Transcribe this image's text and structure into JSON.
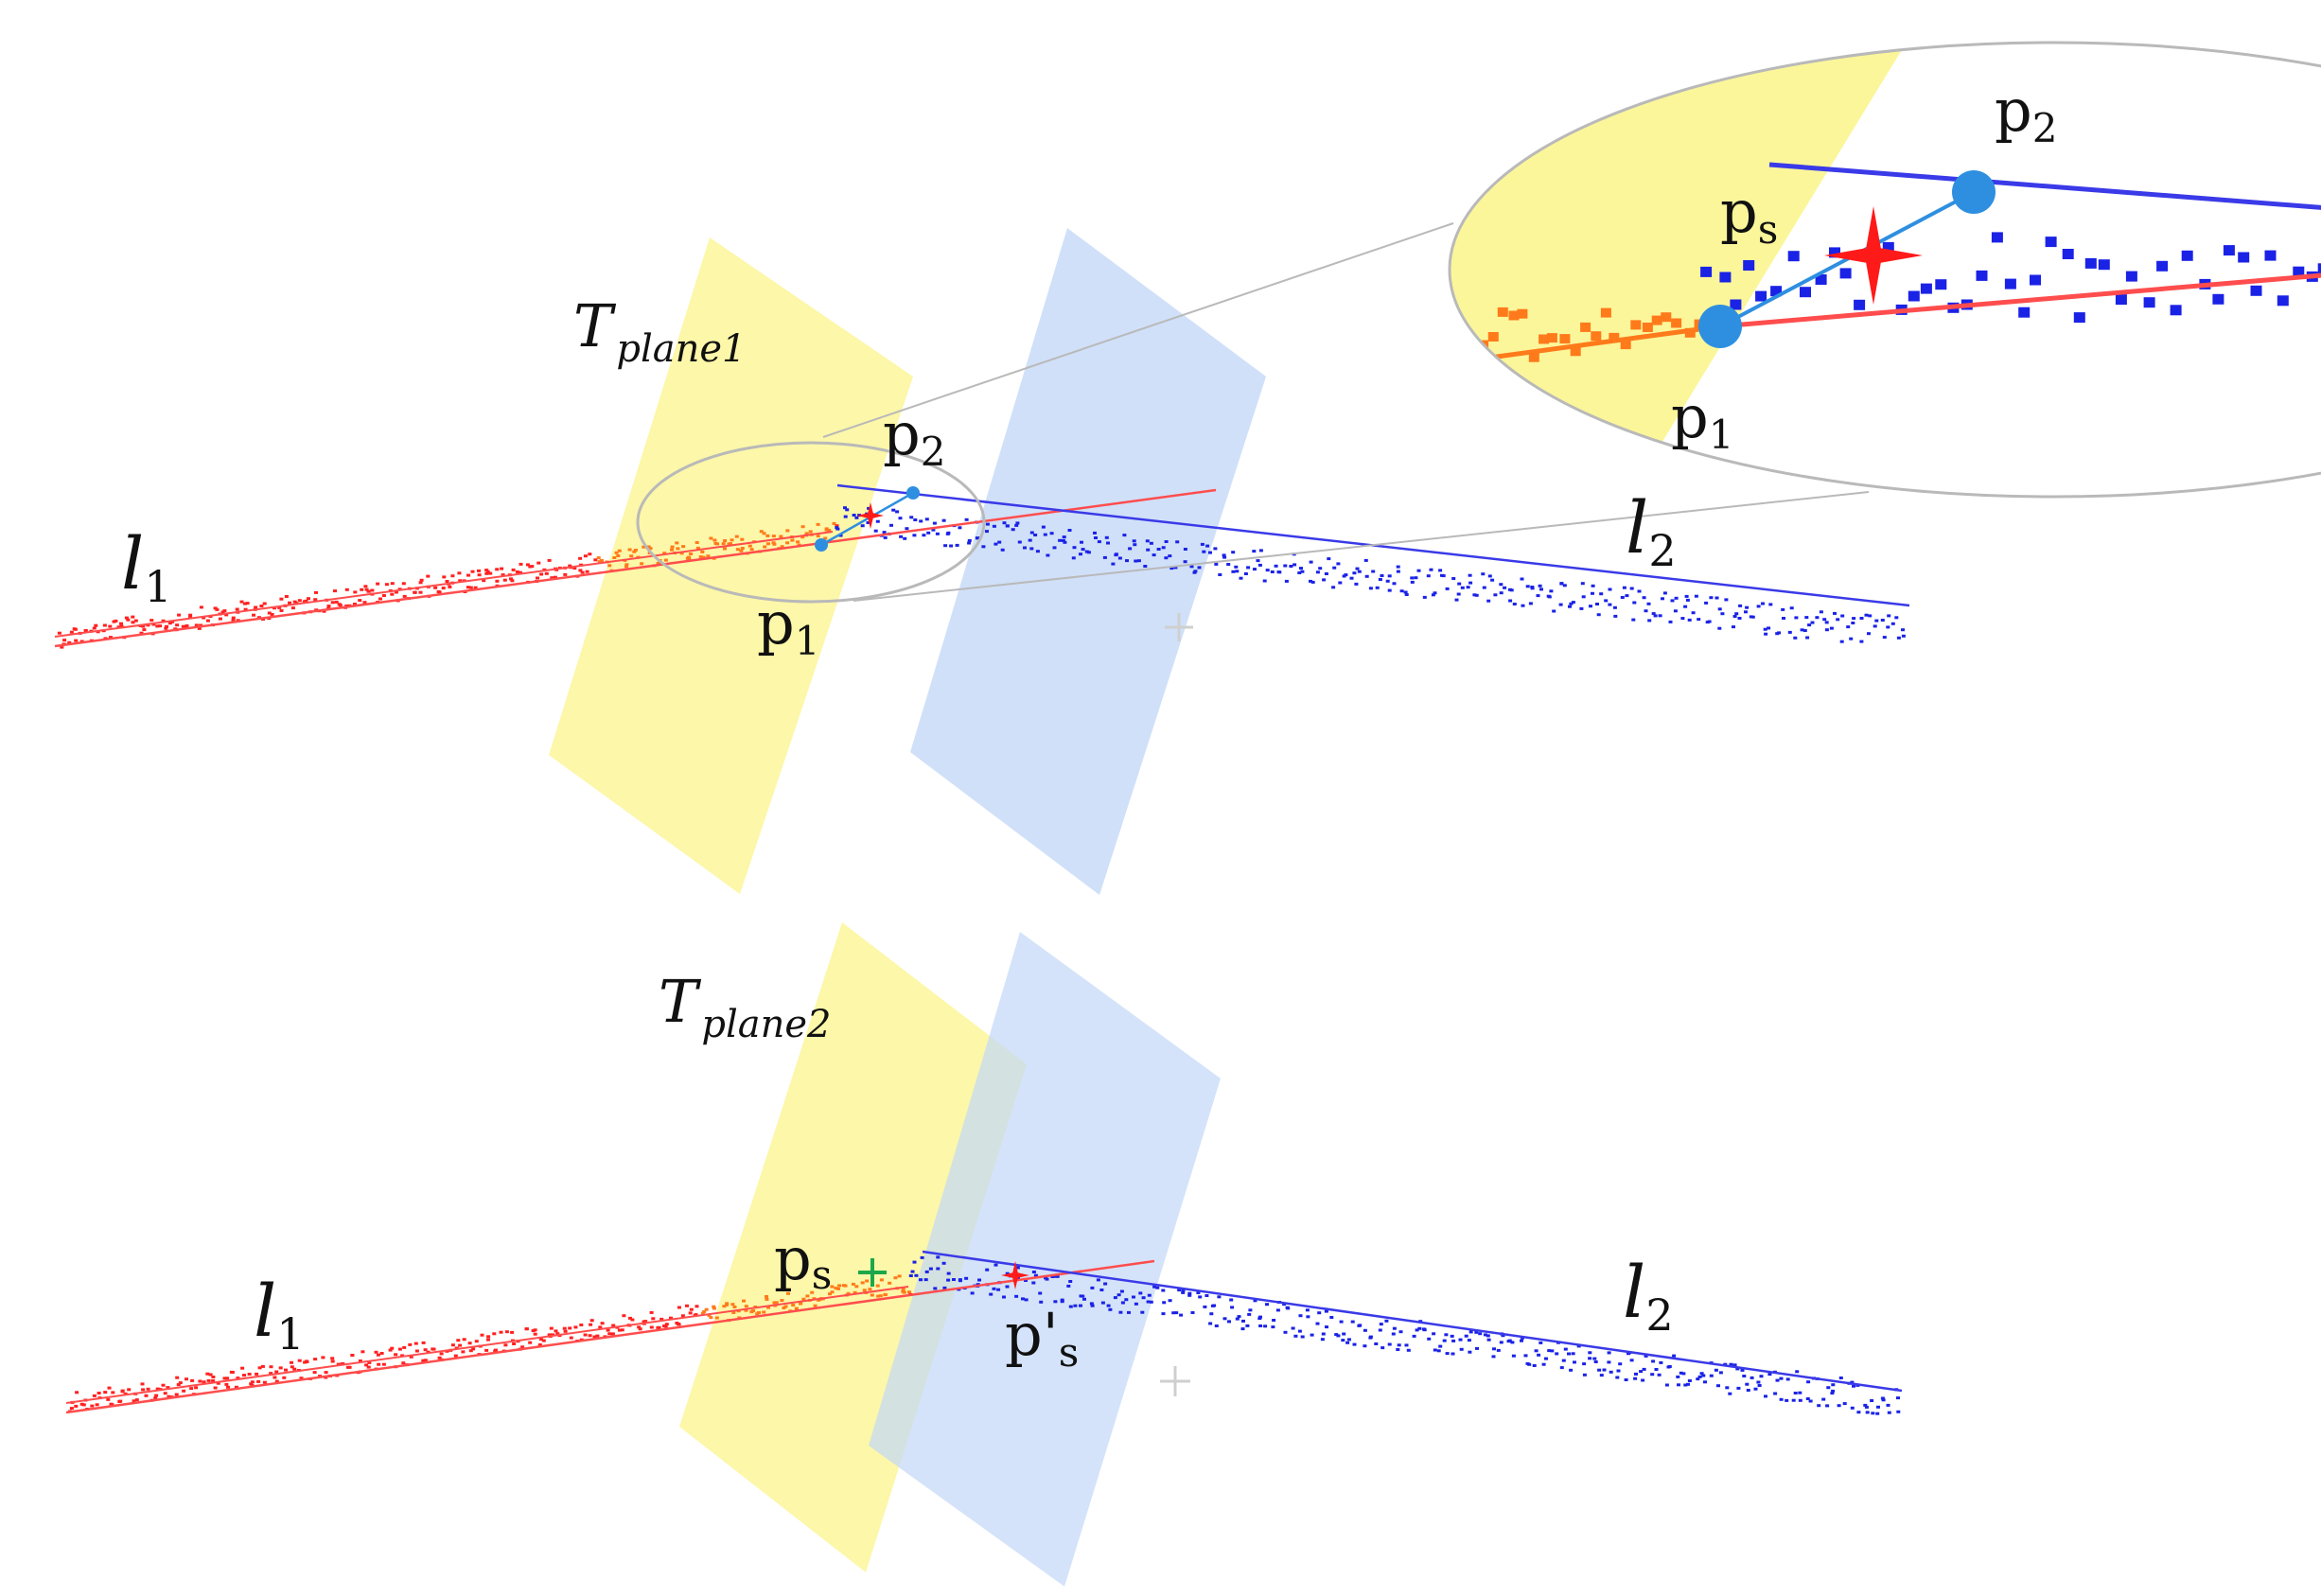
{
  "colors": {
    "line1_points": "#ff2020",
    "line1_points_in_plane": "#ff7a1a",
    "line2_points": "#1a22e6",
    "line1_fit": "#ff4d4d",
    "line2_fit": "#3a3ae8",
    "plane1": "#fbf69a",
    "plane2": "#c4d8f7",
    "point_marker": "#2e8fe0",
    "star_marker": "#ff1a1a",
    "green_marker": "#1ca84a",
    "zoom_outline": "#b9b9b9"
  },
  "top_panel": {
    "label_l1": {
      "base": "l",
      "sub": "1"
    },
    "label_l2": {
      "base": "l",
      "sub": "2"
    },
    "label_plane": {
      "base": "T",
      "sub": "plane1"
    },
    "label_p1": {
      "base": "p",
      "sub": "1"
    },
    "label_p2": {
      "base": "p",
      "sub": "2"
    }
  },
  "zoom_inset": {
    "label_p1": {
      "base": "p",
      "sub": "1"
    },
    "label_p2": {
      "base": "p",
      "sub": "2"
    },
    "label_ps": {
      "base": "p",
      "sub": "s"
    }
  },
  "bottom_panel": {
    "label_l1": {
      "base": "l",
      "sub": "1"
    },
    "label_l2": {
      "base": "l",
      "sub": "2"
    },
    "label_plane": {
      "base": "T",
      "sub": "plane2"
    },
    "label_ps": {
      "base": "p",
      "sub": "s"
    },
    "label_ps_prime": {
      "base": "p'",
      "sub": "s"
    }
  }
}
